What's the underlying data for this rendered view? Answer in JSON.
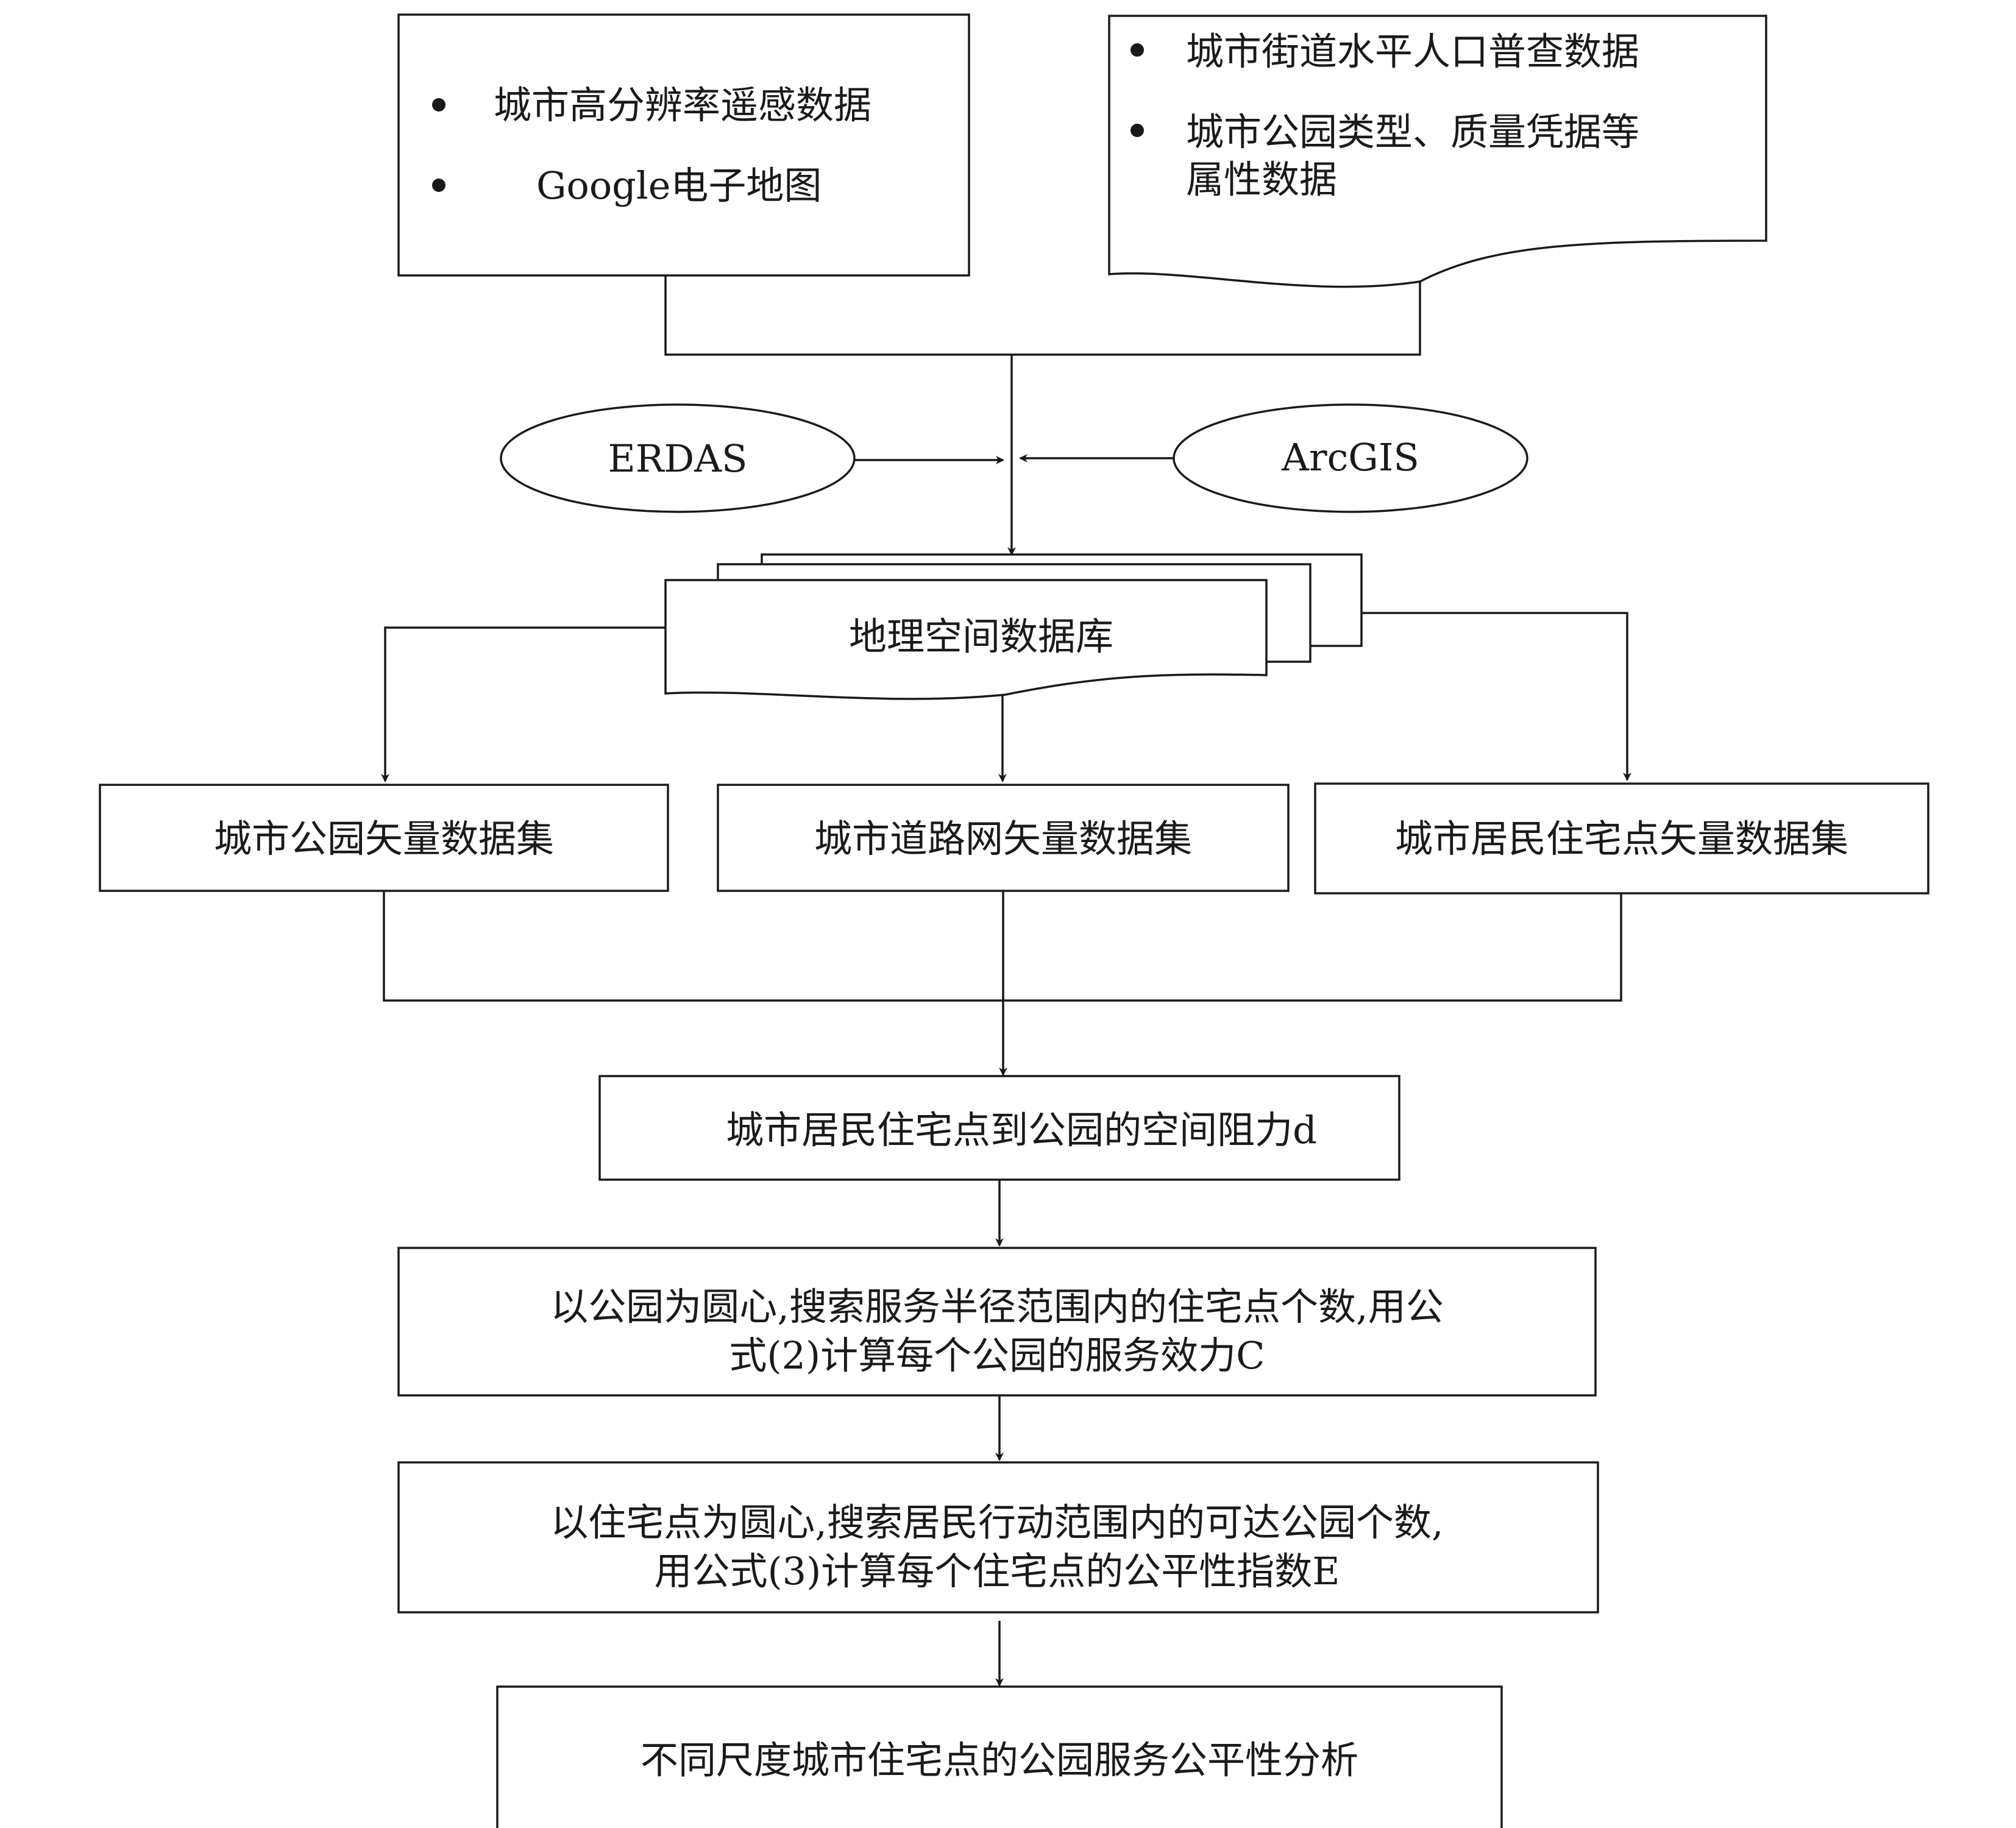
{
  "sources": {
    "left_items": [
      "城市高分辨率遥感数据",
      "Google电子地图"
    ],
    "right_items": [
      "城市街道水平人口普查数据",
      "城市公园类型、质量凭据等",
      "属性数据"
    ]
  },
  "tools": {
    "left": "ERDAS",
    "right": "ArcGIS"
  },
  "database": "地理空间数据库",
  "datasets": [
    "城市公园矢量数据集",
    "城市道路网矢量数据集",
    "城市居民住宅点矢量数据集"
  ],
  "resistance": "城市居民住宅点到公园的空间阻力d",
  "service_efficiency": [
    "以公园为圆心,搜索服务半径范围内的住宅点个数,用公",
    "式(2)计算每个公园的服务效力C"
  ],
  "equity_index": [
    "以住宅点为圆心,搜索居民行动范围内的可达公园个数,",
    "用公式(3)计算每个住宅点的公平性指数E"
  ],
  "analysis": "不同尺度城市住宅点的公园服务公平性分析"
}
